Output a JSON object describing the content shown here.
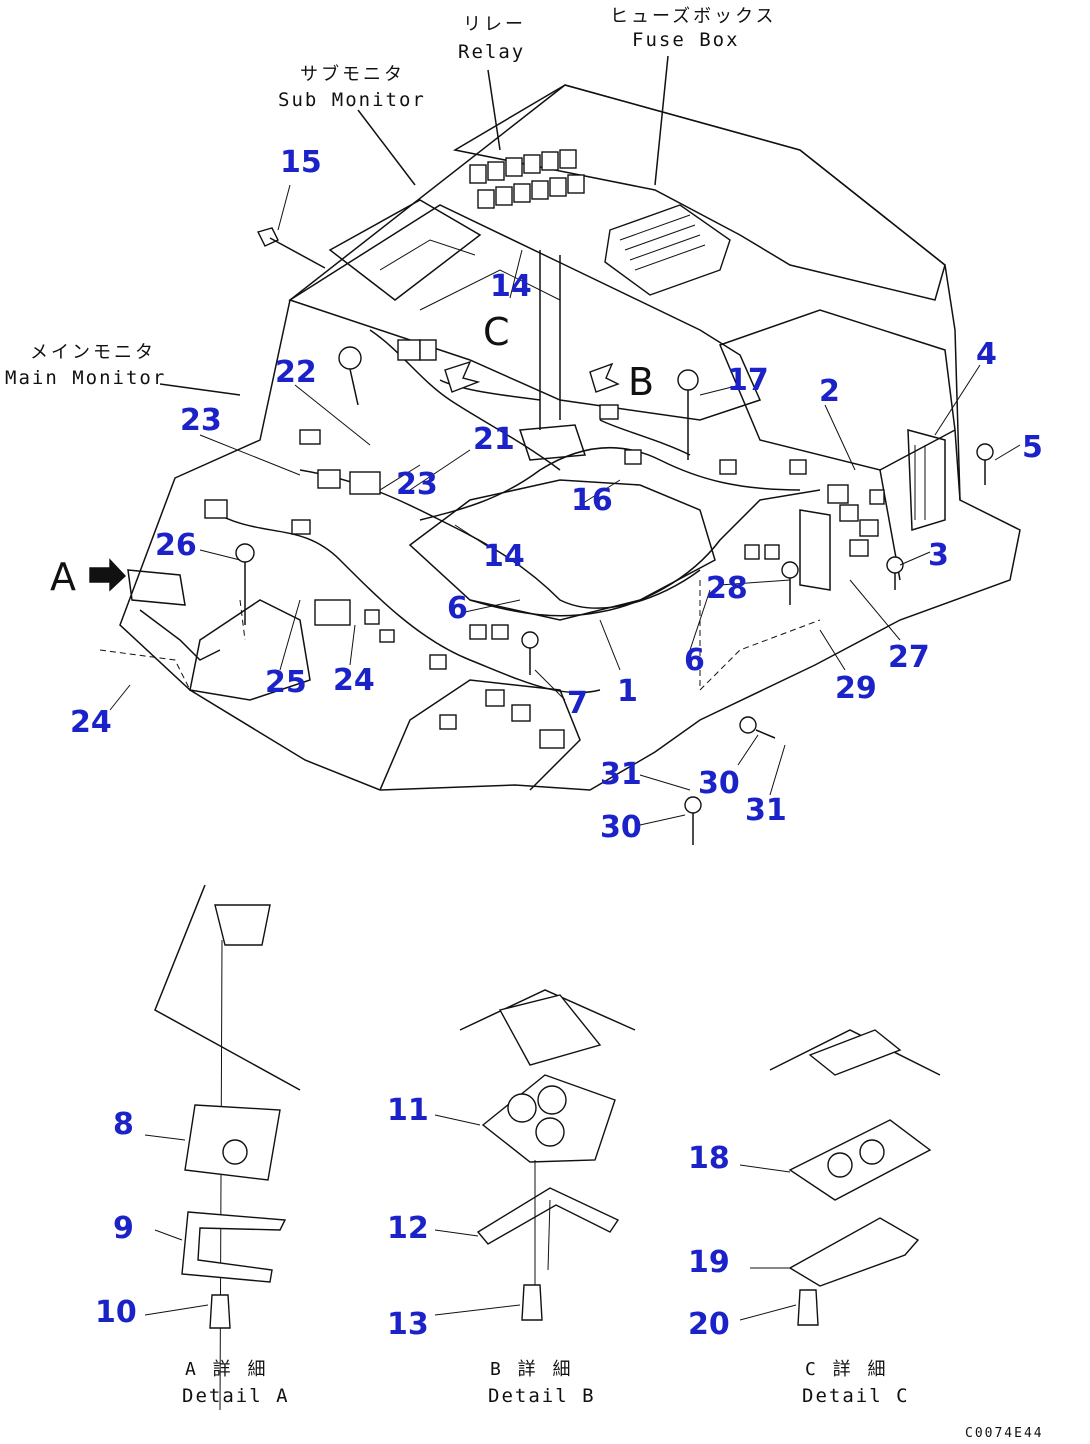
{
  "labels": {
    "relay_jp": "リレー",
    "relay_en": "Relay",
    "fuse_box_jp": "ヒューズボックス",
    "fuse_box_en": "Fuse Box",
    "sub_monitor_jp": "サブモニタ",
    "sub_monitor_en": "Sub Monitor",
    "main_monitor_jp": "メインモニタ",
    "main_monitor_en": "Main Monitor",
    "view_a": "A",
    "view_b": "B",
    "view_c": "C"
  },
  "details": [
    {
      "jp": "A 詳 細",
      "en": "Detail A"
    },
    {
      "jp": "B 詳 細",
      "en": "Detail B"
    },
    {
      "jp": "C 詳 細",
      "en": "Detail C"
    }
  ],
  "callouts": [
    "15",
    "14",
    "22",
    "23",
    "21",
    "23",
    "16",
    "14",
    "26",
    "6",
    "24",
    "25",
    "24",
    "7",
    "1",
    "6",
    "28",
    "17",
    "2",
    "4",
    "5",
    "3",
    "27",
    "29",
    "31",
    "30",
    "31",
    "30",
    "8",
    "9",
    "10",
    "11",
    "12",
    "13",
    "18",
    "19",
    "20"
  ],
  "drawing_code": "C0074E44",
  "colors": {
    "callout": "#1a22c8",
    "line": "#111111"
  }
}
